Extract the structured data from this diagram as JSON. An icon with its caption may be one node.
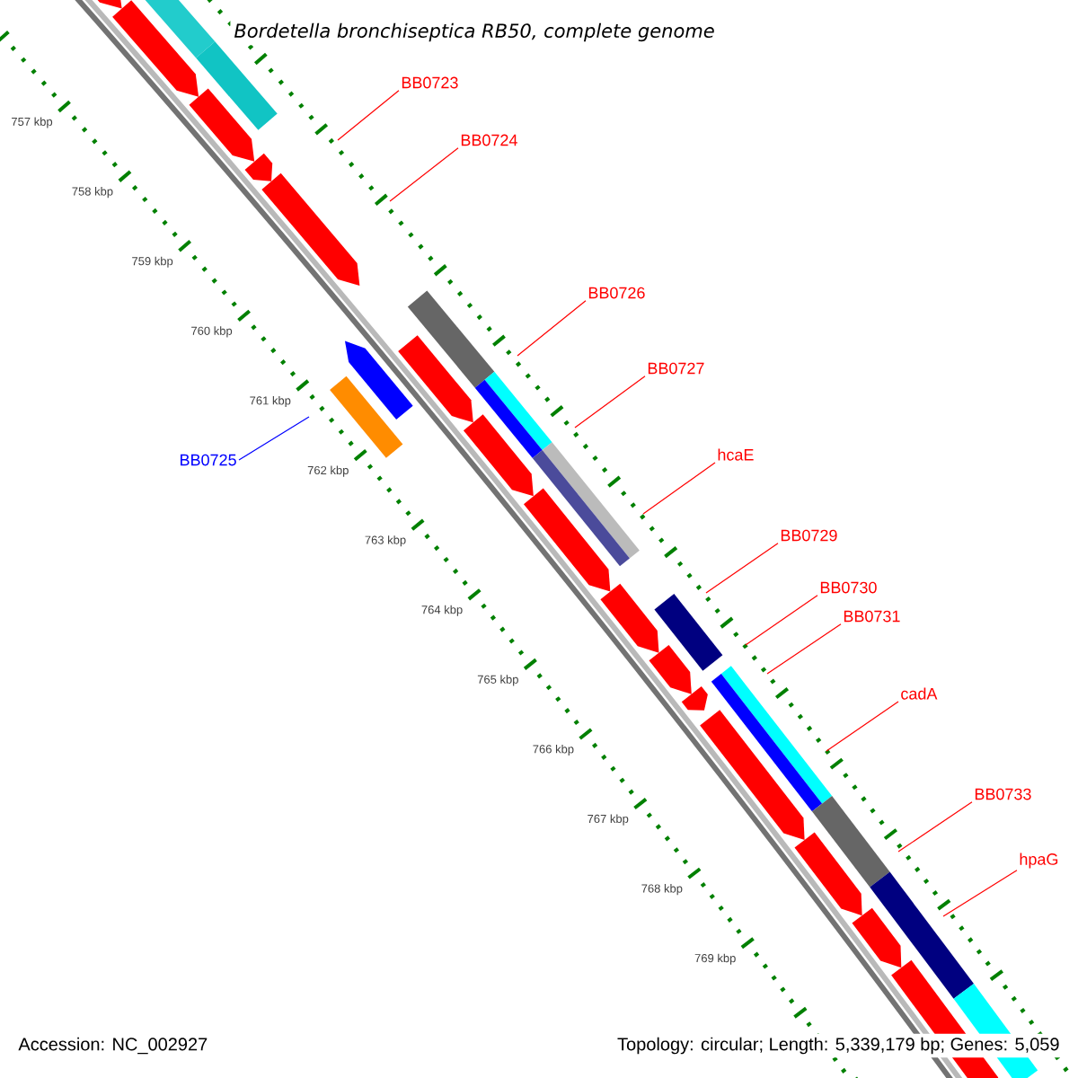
{
  "diagram": {
    "title": "Bordetella bronchiseptica RB50, complete genome",
    "nodes": [
      {
        "text": [
          "BB0723"
        ]
      },
      {
        "text": [
          "BB0724"
        ]
      },
      {
        "text": [
          "BB0726"
        ]
      },
      {
        "text": [
          "BB0727"
        ]
      },
      {
        "text": [
          "hcaE"
        ]
      },
      {
        "text": [
          "BB0725"
        ]
      },
      {
        "text": [
          "BB0729"
        ]
      },
      {
        "text": [
          "BB0730"
        ]
      },
      {
        "text": [
          "BB0731"
        ]
      },
      {
        "text": [
          "cadA"
        ]
      },
      {
        "text": [
          "BB0733"
        ]
      },
      {
        "text": [
          "hpaG"
        ]
      }
    ],
    "edges": [
      {
        "from": 0,
        "to": null,
        "arrow": "none"
      },
      {
        "from": 1,
        "to": null,
        "arrow": "none"
      },
      {
        "from": 2,
        "to": null,
        "arrow": "none"
      },
      {
        "from": 3,
        "to": null,
        "arrow": "none"
      },
      {
        "from": 4,
        "to": null,
        "arrow": "none"
      },
      {
        "from": 5,
        "to": null,
        "arrow": "none",
        "color": "#0000ff"
      },
      {
        "from": 6,
        "to": null,
        "arrow": "none"
      },
      {
        "from": 7,
        "to": null,
        "arrow": "none"
      },
      {
        "from": 8,
        "to": null,
        "arrow": "none"
      },
      {
        "from": 9,
        "to": null,
        "arrow": "none"
      },
      {
        "from": 10,
        "to": null,
        "arrow": "none"
      },
      {
        "from": 11,
        "to": null,
        "arrow": "none"
      }
    ],
    "labels": [
      "757 kbp",
      "758 kbp",
      "759 kbp",
      "760 kbp",
      "761 kbp",
      "762 kbp",
      "763 kbp",
      "764 kbp",
      "765 kbp",
      "766 kbp",
      "767 kbp",
      "768 kbp",
      "769 kbp",
      "Accession: NC_002927",
      "Topology: circular; Length: 5,339,179 bp; Genes: 5,059"
    ]
  }
}
